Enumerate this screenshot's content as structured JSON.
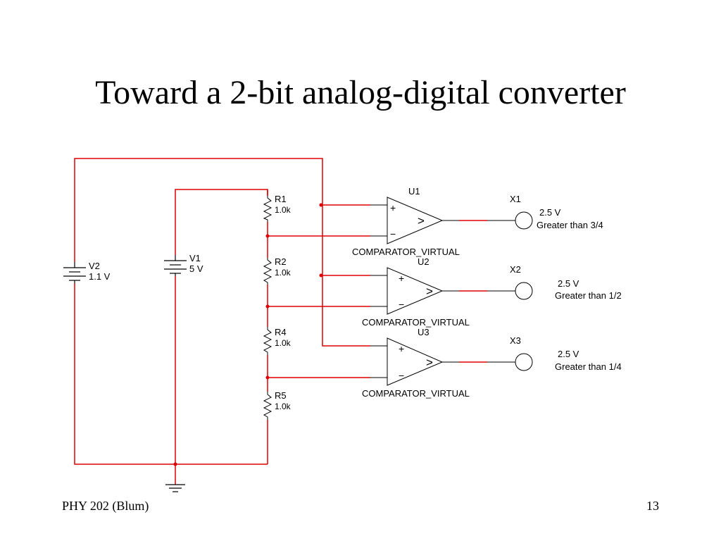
{
  "slide": {
    "title": "Toward a 2-bit analog-digital converter",
    "footer_left": "PHY 202 (Blum)",
    "page_number": "13"
  },
  "colors": {
    "wire": "#dd0000",
    "ink": "#000000",
    "background": "#ffffff"
  },
  "sources": {
    "v2": {
      "name": "V2",
      "value": "1.1 V"
    },
    "v1": {
      "name": "V1",
      "value": "5 V"
    }
  },
  "resistors": [
    {
      "name": "R1",
      "value": "1.0k"
    },
    {
      "name": "R2",
      "value": "1.0k"
    },
    {
      "name": "R4",
      "value": "1.0k"
    },
    {
      "name": "R5",
      "value": "1.0k"
    }
  ],
  "comparators": [
    {
      "name": "U1",
      "model": "COMPARATOR_VIRTUAL",
      "plus": "+",
      "minus": "−",
      "symbol": ">"
    },
    {
      "name": "U2",
      "model": "COMPARATOR_VIRTUAL",
      "plus": "+",
      "minus": "−",
      "symbol": ">"
    },
    {
      "name": "U3",
      "model": "COMPARATOR_VIRTUAL",
      "plus": "+",
      "minus": "−",
      "symbol": ">"
    }
  ],
  "probes": [
    {
      "name": "X1",
      "voltage": "2.5 V",
      "description": "Greater than 3/4"
    },
    {
      "name": "X2",
      "voltage": "2.5 V",
      "description": "Greater than 1/2"
    },
    {
      "name": "X3",
      "voltage": "2.5 V",
      "description": "Greater than 1/4"
    }
  ]
}
